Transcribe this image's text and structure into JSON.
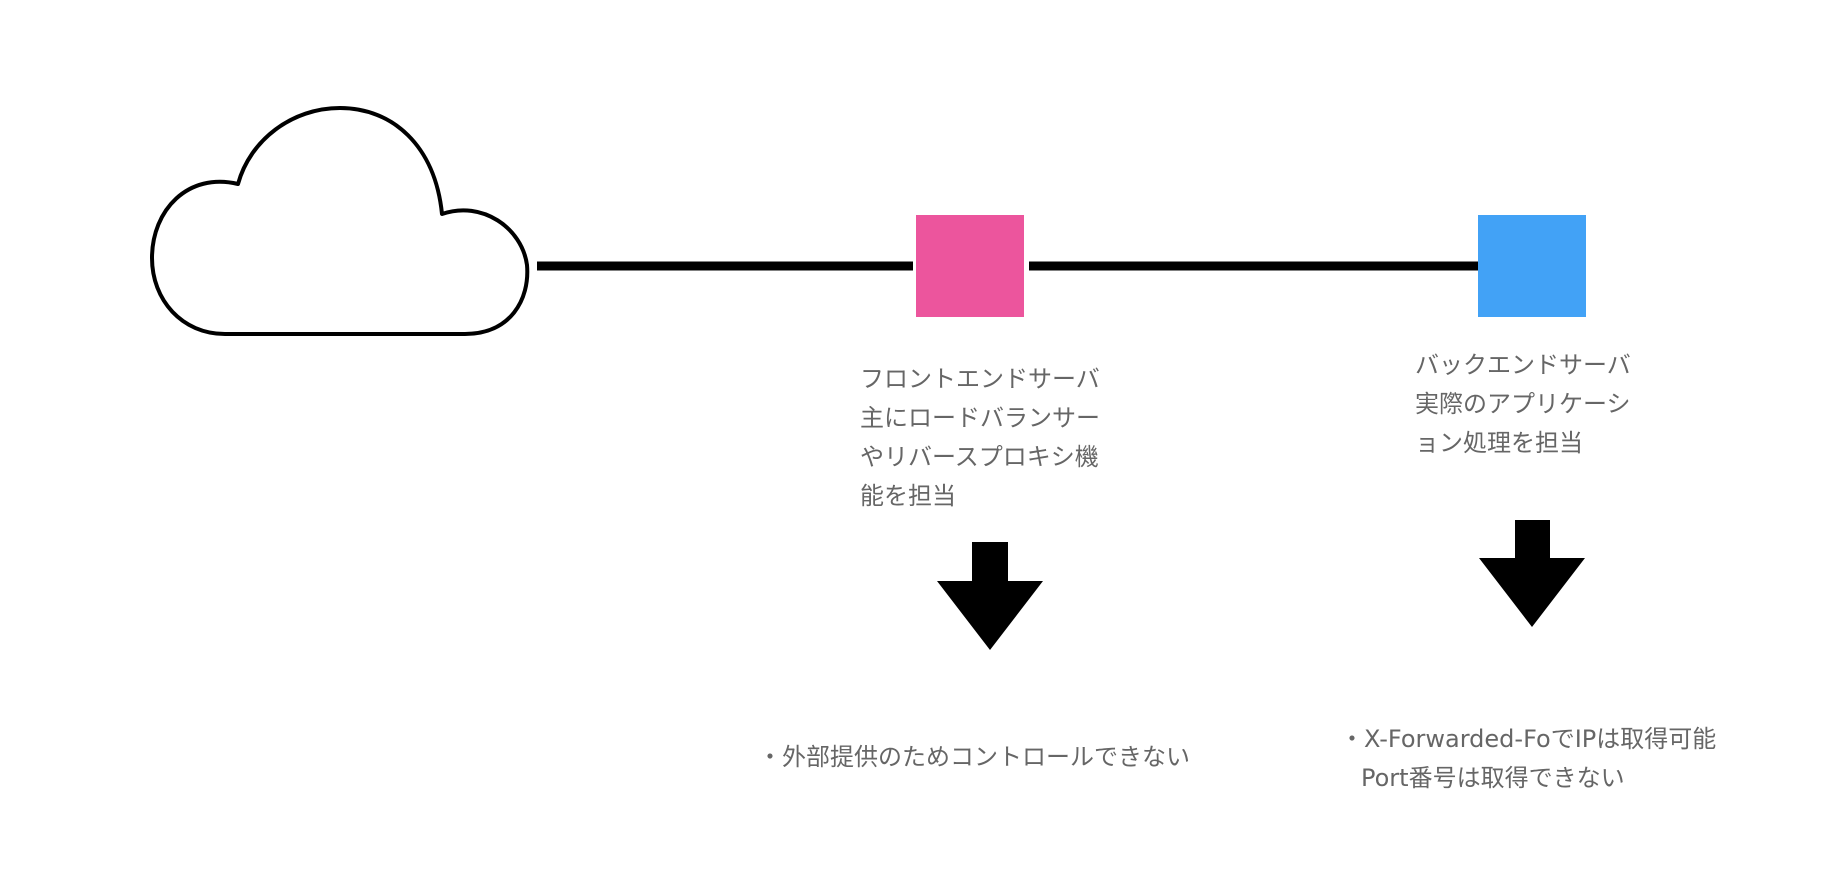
{
  "colors": {
    "frontend_box": "#EC559D",
    "backend_box": "#42A2F6",
    "connector": "#000000",
    "text": "#666666"
  },
  "nodes": {
    "internet": {
      "icon": "cloud-icon"
    },
    "frontend": {
      "label_lines": [
        "フロントエンドサーバ",
        "主にロードバランサー",
        "やリバースプロキシ機",
        "能を担当"
      ],
      "note_lines": [
        "・外部提供のためコントロールできない"
      ]
    },
    "backend": {
      "label_lines": [
        "バックエンドサーバ",
        "実際のアプリケーシ",
        "ョン処理を担当"
      ],
      "note_lines": [
        "・X-Forwarded-FoでIPは取得可能",
        "Port番号は取得できない"
      ]
    }
  }
}
